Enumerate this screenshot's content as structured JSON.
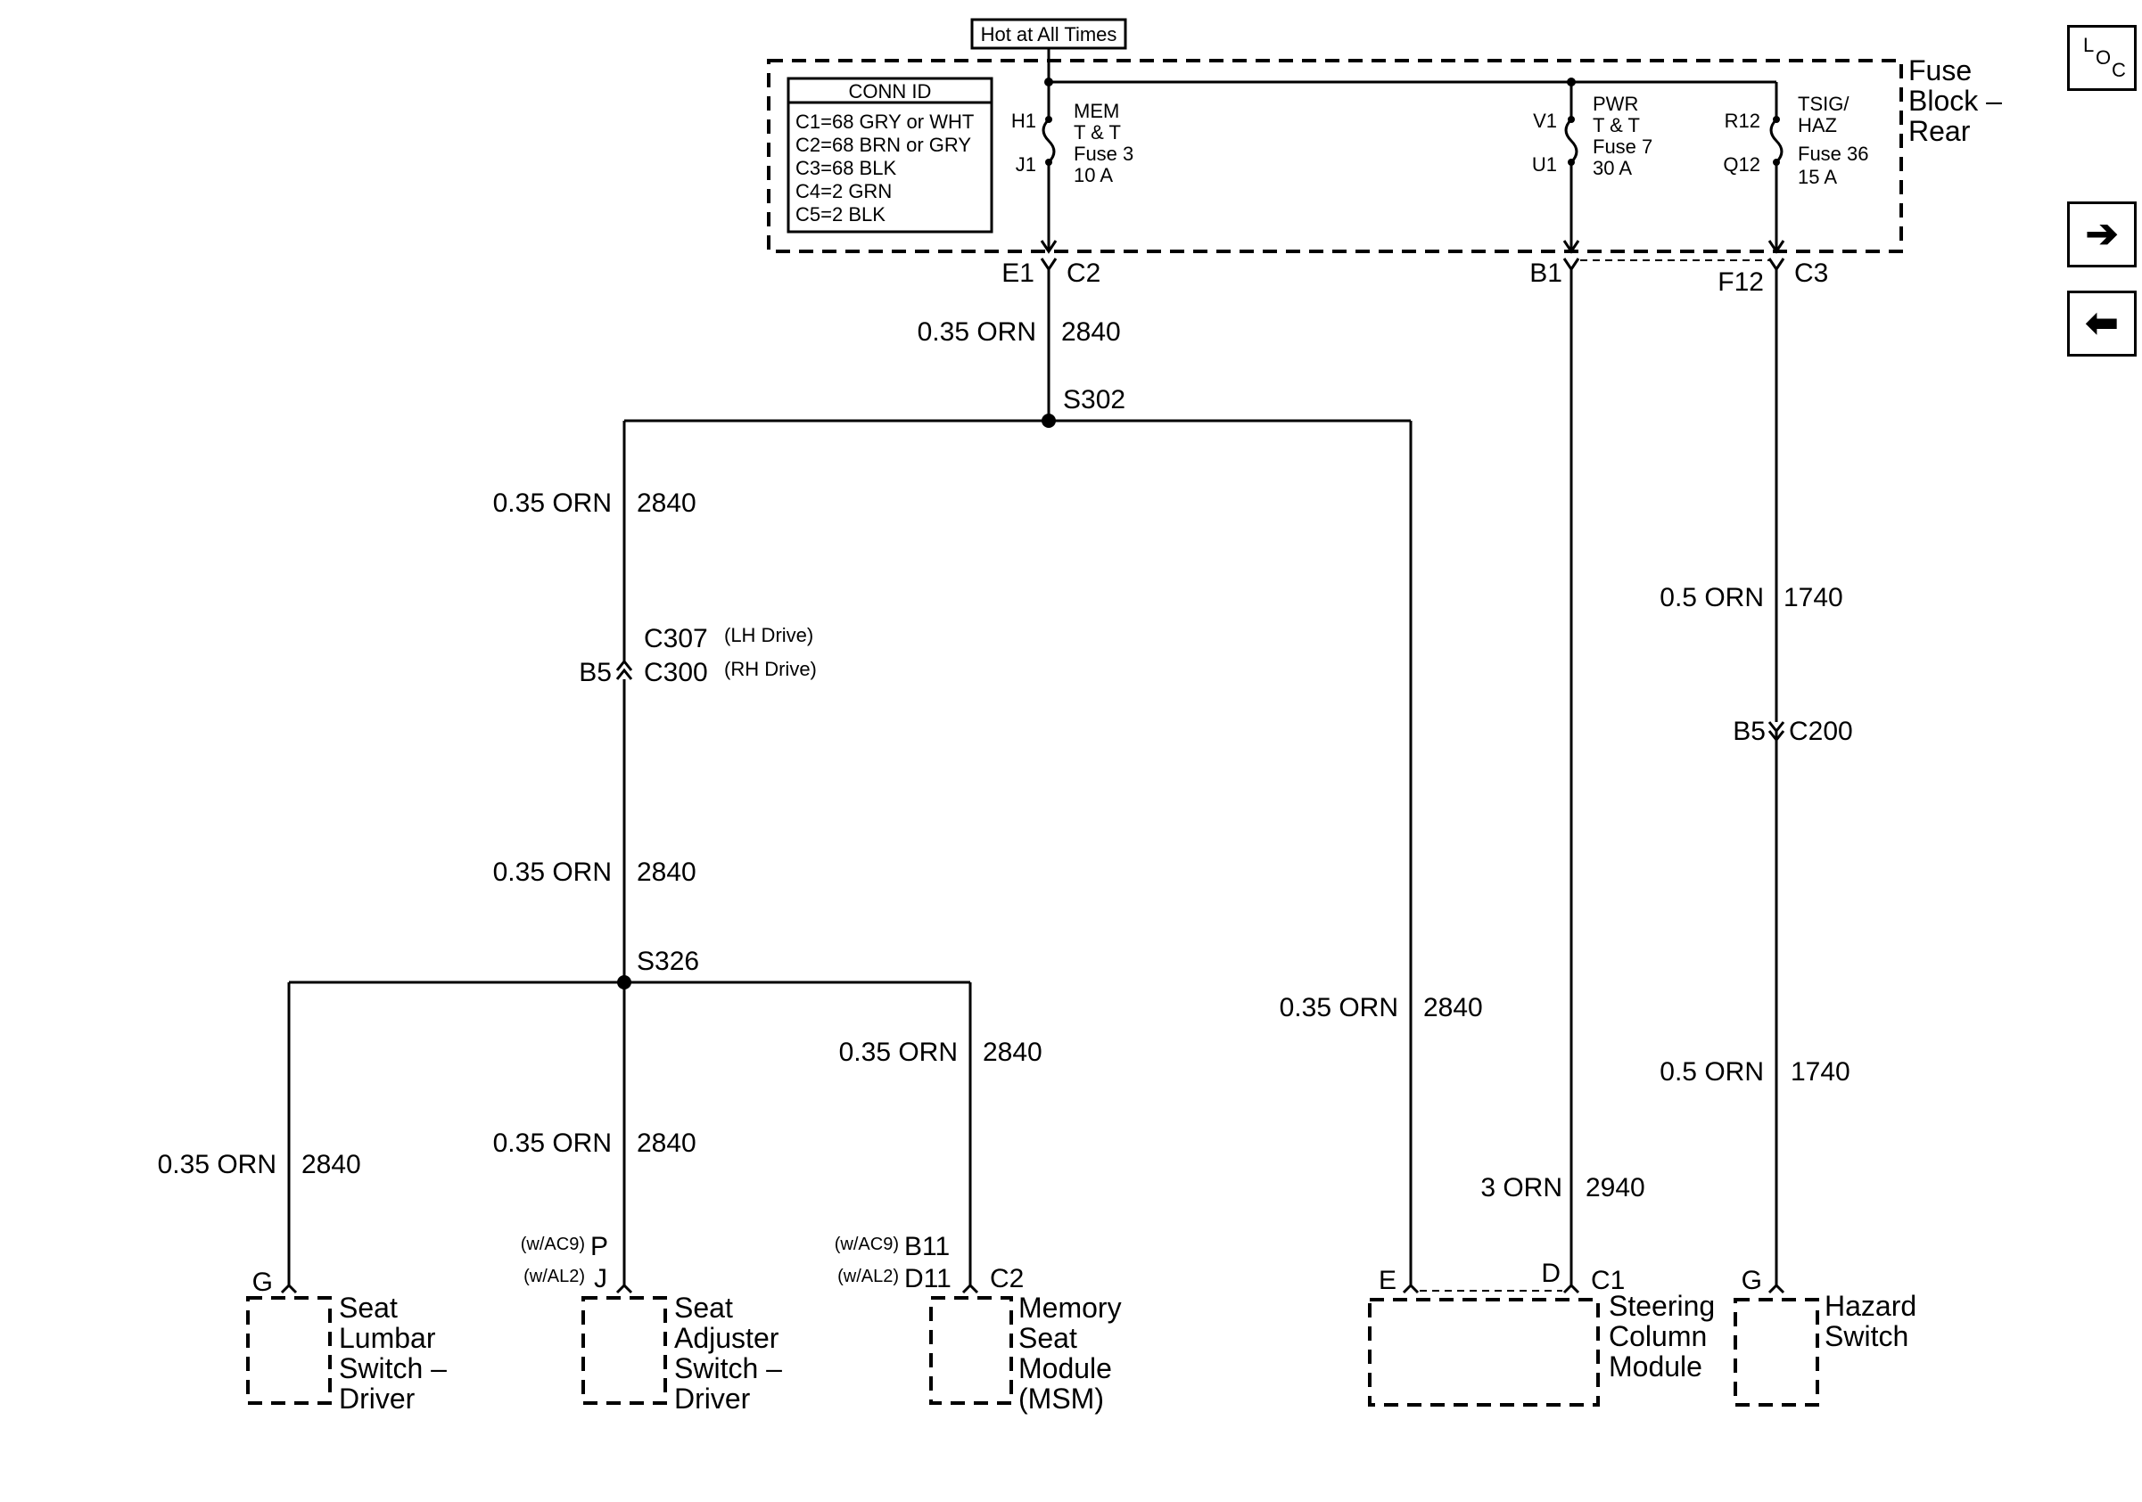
{
  "header": {
    "hot_label": "Hot at All Times"
  },
  "fuse_block": {
    "title_line1": "Fuse",
    "title_line2": "Block –",
    "title_line3": "Rear",
    "conn_id": {
      "title": "CONN ID",
      "lines": [
        "C1=68 GRY or WHT",
        "C2=68 BRN or GRY",
        "C3=68 BLK",
        "C4=2 GRN",
        "C5=2 BLK"
      ]
    },
    "fuses": [
      {
        "top_pin": "H1",
        "bottom_pin": "J1",
        "name1": "MEM",
        "name2": "T & T",
        "fuse": "Fuse 3",
        "rating": "10 A",
        "out_pin": "E1",
        "out_conn": "C2"
      },
      {
        "top_pin": "V1",
        "bottom_pin": "U1",
        "name1": "PWR",
        "name2": "T & T",
        "fuse": "Fuse 7",
        "rating": "30 A",
        "out_pin": "B1",
        "out_conn": ""
      },
      {
        "top_pin": "R12",
        "bottom_pin": "Q12",
        "name1": "TSIG/",
        "name2": "HAZ",
        "fuse": "Fuse 36",
        "rating": "15 A",
        "out_pin": "F12",
        "out_conn": "C3"
      }
    ]
  },
  "wires": {
    "w_main": {
      "size": "0.35 ORN",
      "circuit": "2840"
    },
    "w_left_upper": {
      "size": "0.35 ORN",
      "circuit": "2840"
    },
    "w_left_lower": {
      "size": "0.35 ORN",
      "circuit": "2840"
    },
    "w_right_branch": {
      "size": "0.35 ORN",
      "circuit": "2840"
    },
    "w_lumbar": {
      "size": "0.35 ORN",
      "circuit": "2840"
    },
    "w_adjuster": {
      "size": "0.35 ORN",
      "circuit": "2840"
    },
    "w_msm": {
      "size": "0.35 ORN",
      "circuit": "2840"
    },
    "w_pwr": {
      "size": "3 ORN",
      "circuit": "2940"
    },
    "w_haz_upper": {
      "size": "0.5 ORN",
      "circuit": "1740"
    },
    "w_haz_lower": {
      "size": "0.5 ORN",
      "circuit": "1740"
    }
  },
  "splices": {
    "s302": "S302",
    "s326": "S326"
  },
  "inline_connectors": {
    "c307": {
      "pin": "B5",
      "name1": "C307",
      "note1": "(LH Drive)",
      "name2": "C300",
      "note2": "(RH Drive)"
    },
    "c200": {
      "pin": "B5",
      "name": "C200"
    }
  },
  "components": {
    "lumbar": {
      "pin": "G",
      "lines": [
        "Seat",
        "Lumbar",
        "Switch –",
        "Driver"
      ]
    },
    "adjuster": {
      "opt1": "(w/AC9)",
      "pin1": "P",
      "opt2": "(w/AL2)",
      "pin2": "J",
      "lines": [
        "Seat",
        "Adjuster",
        "Switch –",
        "Driver"
      ]
    },
    "msm": {
      "opt1": "(w/AC9)",
      "pin1": "B11",
      "opt2": "(w/AL2)",
      "pin2": "D11",
      "conn": "C2",
      "lines": [
        "Memory",
        "Seat",
        "Module",
        "(MSM)"
      ]
    },
    "scm": {
      "pin_e": "E",
      "pin_d": "D",
      "conn": "C1",
      "lines": [
        "Steering",
        "Column",
        "Module"
      ]
    },
    "hazard": {
      "pin": "G",
      "lines": [
        "Hazard",
        "Switch"
      ]
    }
  },
  "nav": {
    "loc_l": "L",
    "loc_o": "O",
    "loc_c": "C",
    "forward": "➔",
    "back": "⬅"
  }
}
